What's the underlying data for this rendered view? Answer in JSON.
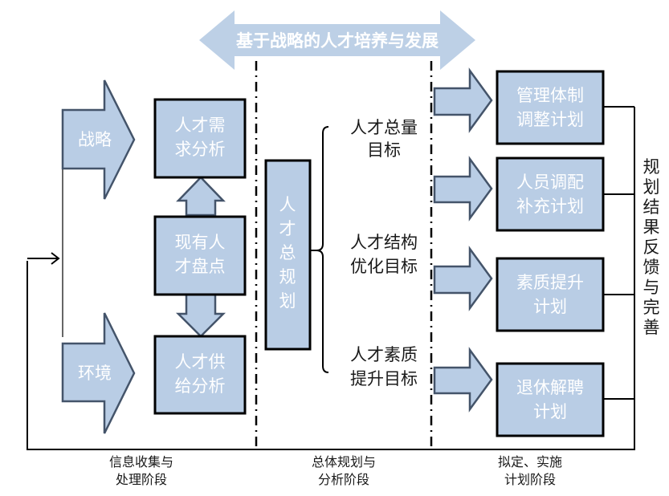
{
  "banner": {
    "label": "基于战略的人才培养与发展",
    "color": "#b9cde5"
  },
  "inputs": [
    {
      "label": "战略"
    },
    {
      "label": "环境"
    }
  ],
  "analysis_boxes": [
    {
      "line1": "人才需",
      "line2": "求分析"
    },
    {
      "line1": "现有人",
      "line2": "才盘点"
    },
    {
      "line1": "人才供",
      "line2": "给分析"
    }
  ],
  "master_plan": {
    "chars": [
      "人",
      "才",
      "总",
      "规",
      "划"
    ]
  },
  "goals": [
    {
      "line1": "人才总量",
      "line2": "目标"
    },
    {
      "line1": "人才结构",
      "line2": "优化目标"
    },
    {
      "line1": "人才素质",
      "line2": "提升目标"
    }
  ],
  "plans": [
    {
      "line1": "管理体制",
      "line2": "调整计划"
    },
    {
      "line1": "人员调配",
      "line2": "补充计划"
    },
    {
      "line1": "素质提升",
      "line2": "计划"
    },
    {
      "line1": "退休解聘",
      "line2": "计划"
    }
  ],
  "feedback": {
    "chars": [
      "规",
      "划",
      "结",
      "果",
      "反",
      "馈",
      "与",
      "完",
      "善"
    ]
  },
  "stages": [
    {
      "line1": "信息收集与",
      "line2": "处理阶段"
    },
    {
      "line1": "总体规划与",
      "line2": "分析阶段"
    },
    {
      "line1": "拟定、实施",
      "line2": "计划阶段"
    }
  ],
  "colors": {
    "box_fill": "#b9cde5",
    "arrow_stroke": "#44546a",
    "border": "#000000"
  }
}
